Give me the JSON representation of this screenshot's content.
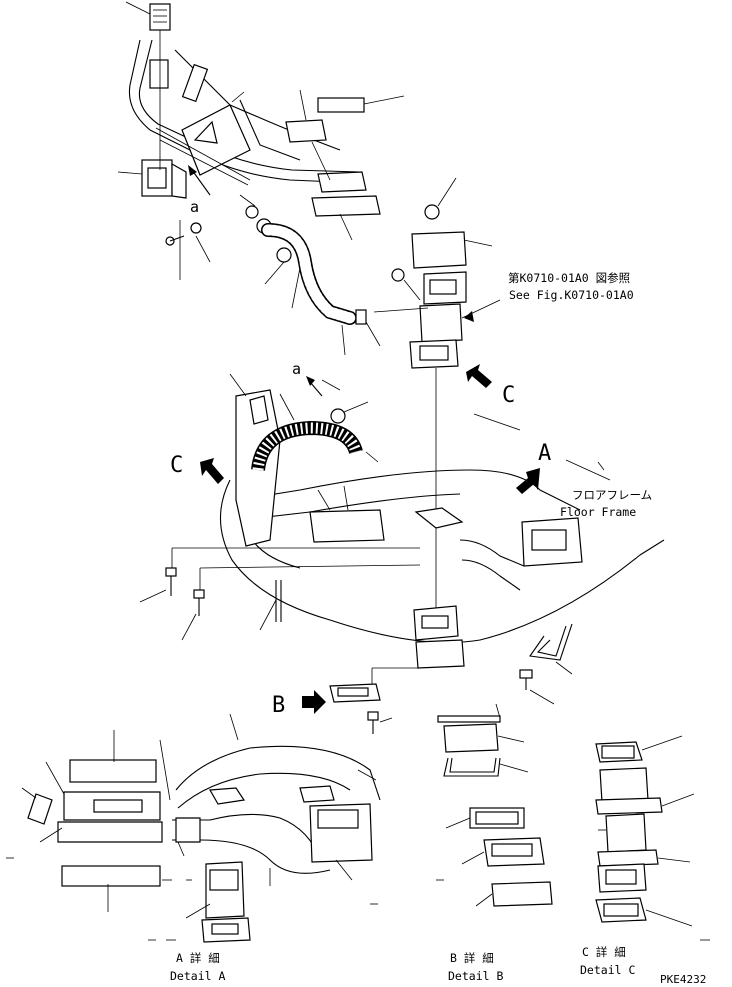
{
  "diagram": {
    "reference_ja": "第K0710-01A0 図参照",
    "reference_en": "See Fig.K0710-01A0",
    "floor_frame_ja": "フロアフレーム",
    "floor_frame_en": "Floor Frame",
    "view_a": "A",
    "view_b": "B",
    "view_c": "C",
    "view_c2": "C",
    "connection_a": "a",
    "connection_a2": "a",
    "detail_a_ja": "A 詳 細",
    "detail_a_en": "Detail A",
    "detail_b_ja": "B 詳 細",
    "detail_b_en": "Detail B",
    "detail_c_ja": "C 詳 細",
    "detail_c_en": "Detail C",
    "drawing_number": "PKE4232"
  }
}
